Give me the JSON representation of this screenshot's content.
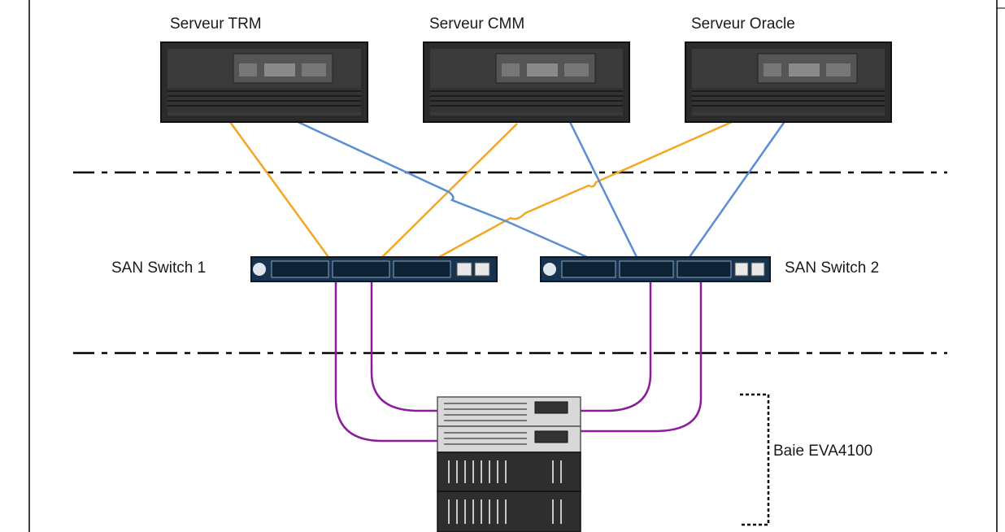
{
  "servers": [
    {
      "label": "Serveur TRM"
    },
    {
      "label": "Serveur CMM"
    },
    {
      "label": "Serveur Oracle"
    }
  ],
  "switches": [
    {
      "label": "SAN Switch 1"
    },
    {
      "label": "SAN Switch 2"
    }
  ],
  "storage": {
    "label": "Baie EVA4100"
  },
  "colors": {
    "fabric_a": "#f5a623",
    "fabric_b": "#5b8dd6",
    "storage_link": "#8b1d9b",
    "zone_divider": "#000000",
    "server_body": "#2b2b2b",
    "switch_body": "#17334d"
  },
  "connections": [
    {
      "from": "Serveur TRM",
      "to": "SAN Switch 1",
      "color": "fabric_a"
    },
    {
      "from": "Serveur TRM",
      "to": "SAN Switch 2",
      "color": "fabric_b"
    },
    {
      "from": "Serveur CMM",
      "to": "SAN Switch 1",
      "color": "fabric_a"
    },
    {
      "from": "Serveur CMM",
      "to": "SAN Switch 2",
      "color": "fabric_b"
    },
    {
      "from": "Serveur Oracle",
      "to": "SAN Switch 1",
      "color": "fabric_a"
    },
    {
      "from": "Serveur Oracle",
      "to": "SAN Switch 2",
      "color": "fabric_b"
    },
    {
      "from": "SAN Switch 1",
      "to": "Baie EVA4100",
      "color": "storage_link"
    },
    {
      "from": "SAN Switch 1",
      "to": "Baie EVA4100",
      "color": "storage_link"
    },
    {
      "from": "SAN Switch 2",
      "to": "Baie EVA4100",
      "color": "storage_link"
    },
    {
      "from": "SAN Switch 2",
      "to": "Baie EVA4100",
      "color": "storage_link"
    }
  ]
}
